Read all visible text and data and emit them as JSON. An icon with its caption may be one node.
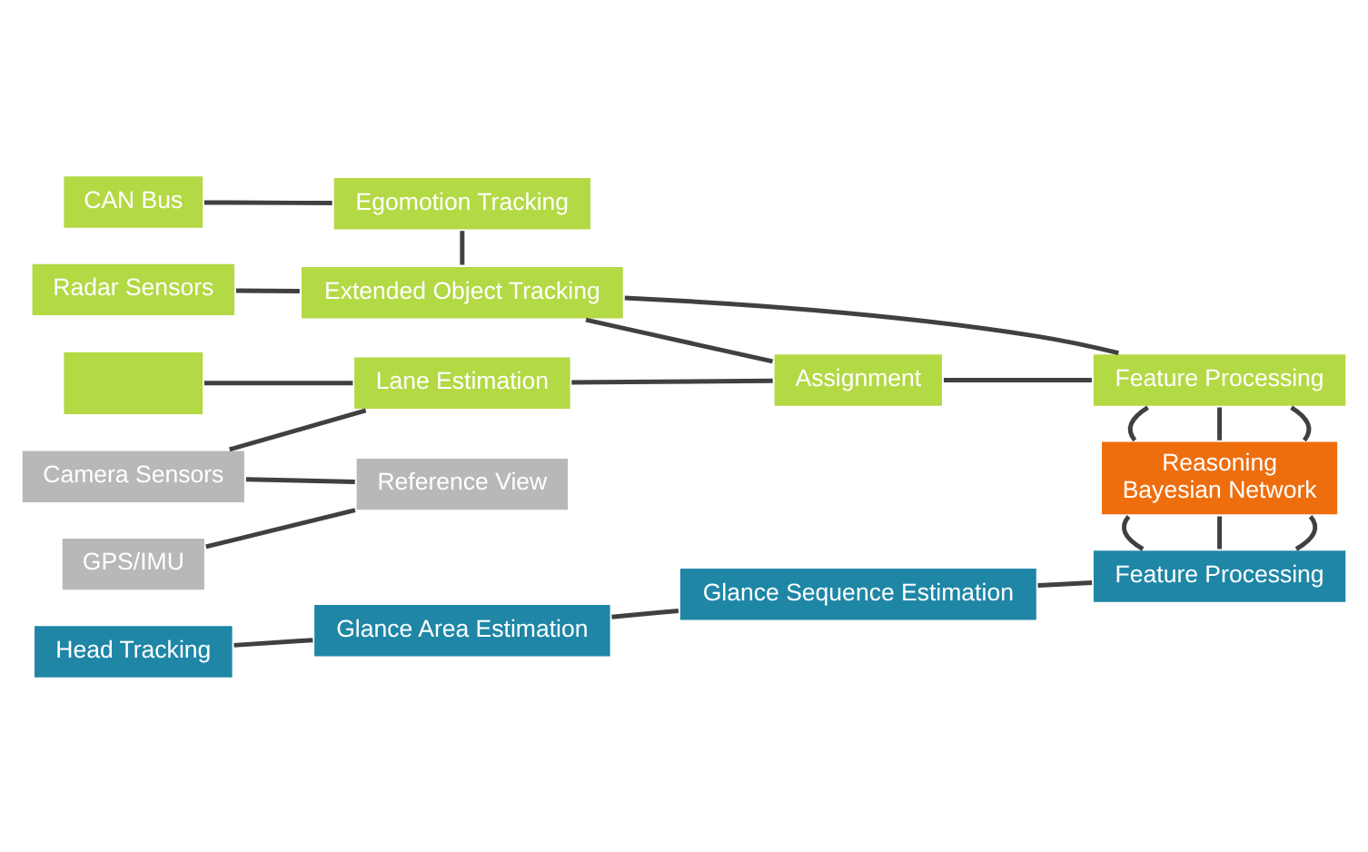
{
  "diagram": {
    "nodes": [
      {
        "text": [
          "CAN Bus"
        ]
      },
      {
        "text": [
          "Egomotion Tracking"
        ]
      },
      {
        "text": [
          "Radar Sensors"
        ]
      },
      {
        "text": [
          "Extended Object Tracking"
        ]
      },
      {
        "text": [],
        "shape": "box"
      },
      {
        "text": [
          "Lane Estimation"
        ]
      },
      {
        "text": [
          "Assignment"
        ]
      },
      {
        "text": [
          "Feature Processing"
        ]
      },
      {
        "text": [
          "Camera Sensors"
        ]
      },
      {
        "text": [
          "Reference View"
        ]
      },
      {
        "text": [
          "Reasoning",
          "Bayesian Network"
        ]
      },
      {
        "text": [
          "GPS/IMU"
        ]
      },
      {
        "text": [
          "Head Tracking"
        ]
      },
      {
        "text": [
          "Glance Area Estimation"
        ]
      },
      {
        "text": [
          "Glance Sequence Estimation"
        ]
      },
      {
        "text": [
          "Feature Processing"
        ]
      }
    ],
    "edges": [
      {
        "from": 0,
        "to": 1,
        "arrow": "none"
      },
      {
        "from": 1,
        "to": 3,
        "arrow": "none"
      },
      {
        "from": 2,
        "to": 3,
        "arrow": "none"
      },
      {
        "from": 3,
        "to": 7,
        "arrow": "none"
      },
      {
        "from": 3,
        "to": 6,
        "arrow": "none"
      },
      {
        "from": 4,
        "to": 5,
        "arrow": "none"
      },
      {
        "from": 8,
        "to": 5,
        "arrow": "none"
      },
      {
        "from": 5,
        "to": 6,
        "arrow": "none"
      },
      {
        "from": 6,
        "to": 7,
        "arrow": "none"
      },
      {
        "from": 8,
        "to": 9,
        "arrow": "none"
      },
      {
        "from": 11,
        "to": 9,
        "arrow": "none"
      },
      {
        "from": 7,
        "to": 10,
        "arrow": "none"
      },
      {
        "from": 7,
        "to": 10,
        "arrow": "none"
      },
      {
        "from": 7,
        "to": 10,
        "arrow": "none"
      },
      {
        "from": 10,
        "to": 15,
        "arrow": "none"
      },
      {
        "from": 10,
        "to": 15,
        "arrow": "none"
      },
      {
        "from": 10,
        "to": 15,
        "arrow": "none"
      },
      {
        "from": 12,
        "to": 13,
        "arrow": "none"
      },
      {
        "from": 13,
        "to": 14,
        "arrow": "none"
      },
      {
        "from": 14,
        "to": 15,
        "arrow": "none"
      }
    ]
  }
}
